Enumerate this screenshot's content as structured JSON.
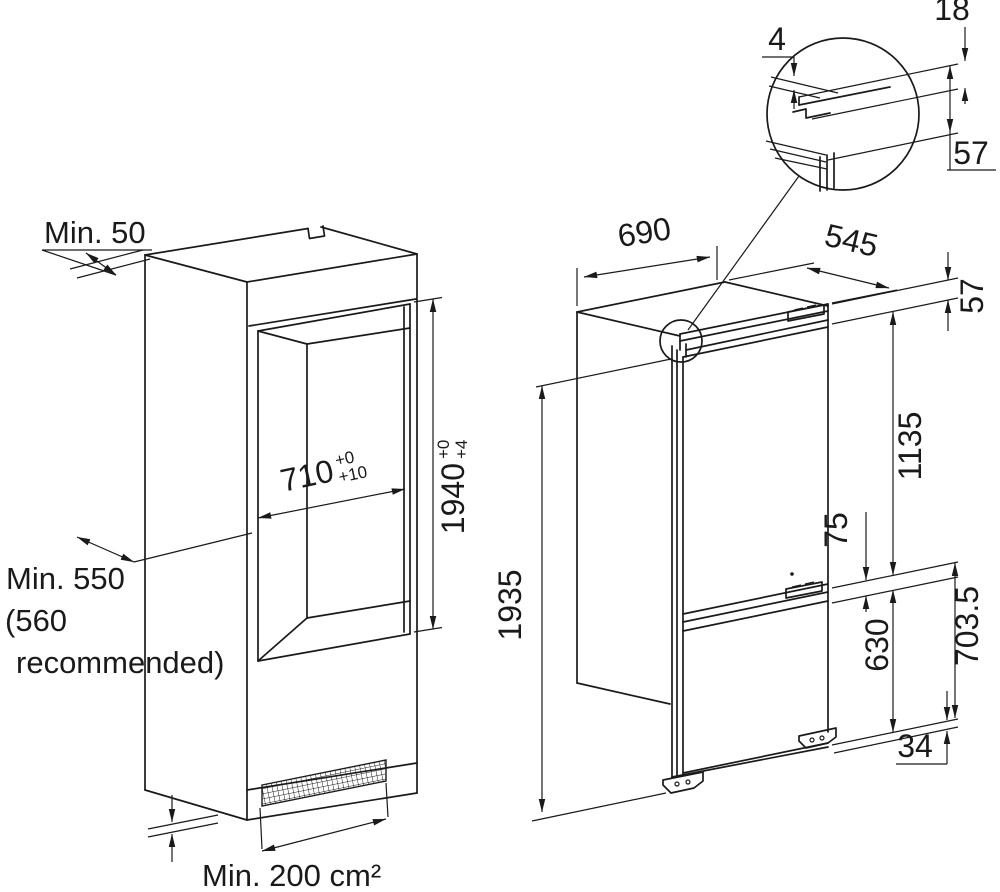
{
  "page": {
    "background": "#ffffff",
    "line_color": "#1a1a1a"
  },
  "niche_view": {
    "rear_gap_label": "Min. 50",
    "width_value": "710",
    "width_tol_top": "+0",
    "width_tol_bottom": "+10",
    "height_value": "1940",
    "height_tol_top": "+0",
    "height_tol_bottom": "+4",
    "depth_label_line1": "Min. 550",
    "depth_label_line2": "(560",
    "depth_label_line3": "recommended)",
    "vent_area_label": "Min. 200 cm²"
  },
  "appliance_view": {
    "top_depth": "690",
    "body_depth": "545",
    "rail_height": "57",
    "upper_section_height": "1135",
    "hinge_gap": "75",
    "freezer_door_height": "630",
    "lower_section_height": "703.5",
    "foot_height": "34",
    "total_height": "1935"
  },
  "detail_view": {
    "top_gap": "4",
    "rail_top_offset": "18",
    "rail_total_height": "57"
  }
}
